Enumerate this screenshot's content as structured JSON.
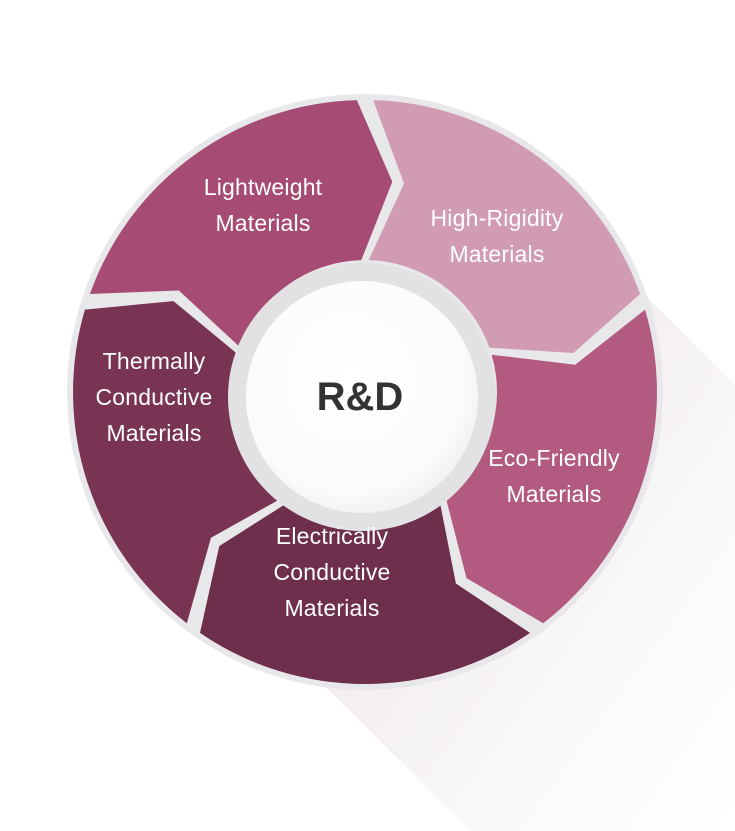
{
  "diagram": {
    "center_label": "R&D",
    "segments": [
      {
        "id": "lightweight",
        "lines": [
          "Lightweight",
          "Materials"
        ],
        "color": "#a64b73"
      },
      {
        "id": "high-rigidity",
        "lines": [
          "High-Rigidity",
          "Materials"
        ],
        "color": "#d19bb3"
      },
      {
        "id": "eco-friendly",
        "lines": [
          "Eco-Friendly",
          "Materials"
        ],
        "color": "#b25a80"
      },
      {
        "id": "electrically-conductive",
        "lines": [
          "Electrically",
          "Conductive",
          "Materials"
        ],
        "color": "#6e2f4c"
      },
      {
        "id": "thermally-conductive",
        "lines": [
          "Thermally",
          "Conductive",
          "Materials"
        ],
        "color": "#7a3453"
      }
    ],
    "colors": {
      "ring_gap": "#e6e6e8",
      "center_fill": "#ffffff",
      "center_text": "#333333",
      "shadow": "#efe7eb"
    }
  }
}
